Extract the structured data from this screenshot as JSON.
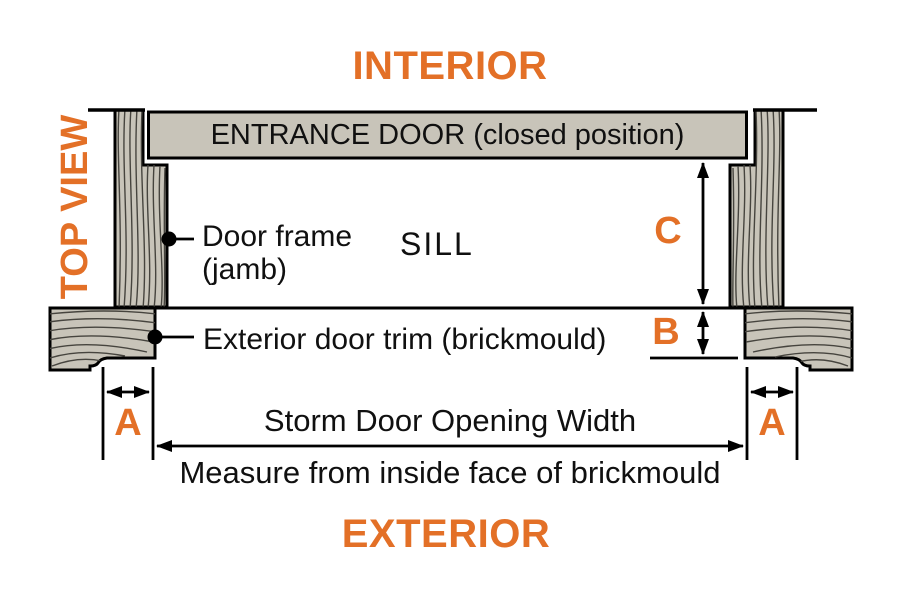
{
  "headings": {
    "top": "INTERIOR",
    "bottom": "EXTERIOR",
    "side": "TOP VIEW"
  },
  "door_bar": {
    "label": "ENTRANCE DOOR (closed position)"
  },
  "labels": {
    "jamb_line1": "Door frame",
    "jamb_line2": "(jamb)",
    "sill": "SILL",
    "brickmould": "Exterior door trim (brickmould)",
    "opening_width": "Storm Door Opening Width",
    "measure_note": "Measure from inside face of brickmould"
  },
  "dimensions": {
    "a": "A",
    "b": "B",
    "c": "C"
  },
  "colors": {
    "accent_orange": "#E37027",
    "wood_fill": "#C8C4B9",
    "grain_stroke": "#46443E",
    "line_black": "#000000"
  }
}
